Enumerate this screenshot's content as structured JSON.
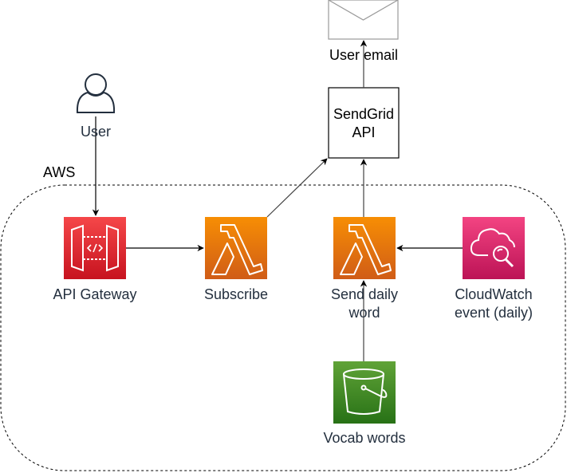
{
  "group": {
    "label": "AWS",
    "border_style": "dashed"
  },
  "nodes": {
    "user_email": {
      "label": "User email",
      "icon": "envelope-icon"
    },
    "user": {
      "label": "User",
      "icon": "user-icon"
    },
    "sendgrid": {
      "label_line1": "SendGrid",
      "label_line2": "API",
      "shape": "box"
    },
    "api_gateway": {
      "label": "API Gateway",
      "icon": "api-gateway-icon",
      "color_top": "#f54749",
      "color_bottom": "#c7131f"
    },
    "subscribe": {
      "label": "Subscribe",
      "icon": "lambda-icon",
      "color_top": "#f78e04",
      "color_bottom": "#d05c17"
    },
    "send_daily_word": {
      "label_line1": "Send daily",
      "label_line2": "word",
      "icon": "lambda-icon",
      "color_top": "#f78e04",
      "color_bottom": "#d05c17"
    },
    "cloudwatch": {
      "label_line1": "CloudWatch",
      "label_line2": "event (daily)",
      "icon": "cloudwatch-icon",
      "color_top": "#f34482",
      "color_bottom": "#bc1356"
    },
    "vocab_words": {
      "label": "Vocab words",
      "icon": "s3-bucket-icon",
      "color_top": "#60a337",
      "color_bottom": "#277116"
    }
  },
  "edges": [
    {
      "from": "user",
      "to": "api_gateway"
    },
    {
      "from": "api_gateway",
      "to": "subscribe"
    },
    {
      "from": "subscribe",
      "to": "sendgrid"
    },
    {
      "from": "send_daily_word",
      "to": "sendgrid"
    },
    {
      "from": "cloudwatch",
      "to": "send_daily_word"
    },
    {
      "from": "vocab_words",
      "to": "send_daily_word"
    },
    {
      "from": "sendgrid",
      "to": "user_email"
    }
  ]
}
